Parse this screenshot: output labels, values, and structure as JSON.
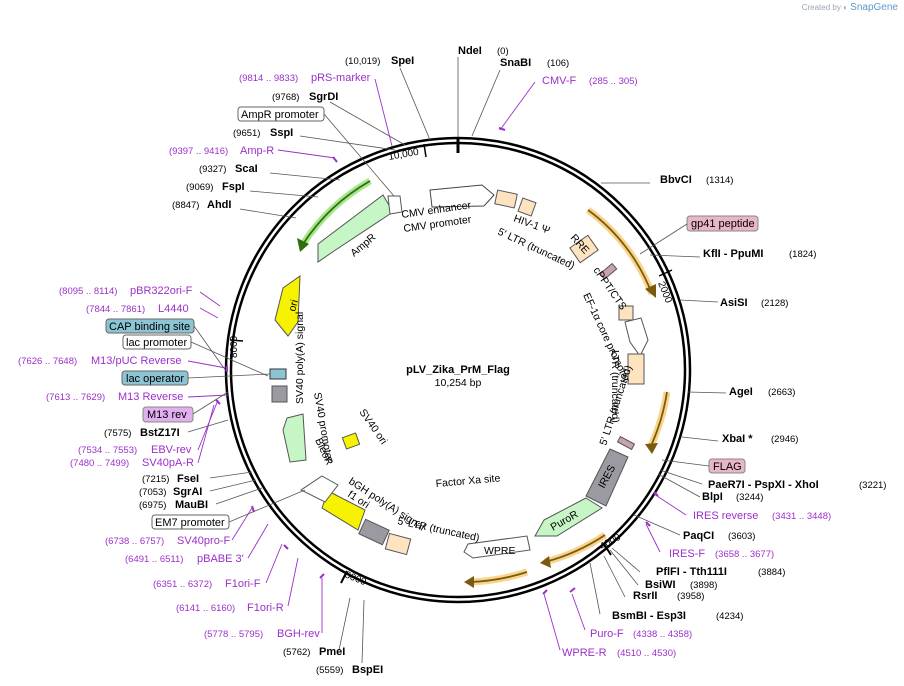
{
  "app": {
    "credit_prefix": "Created by",
    "brand": "SnapGene"
  },
  "plasmid": {
    "name": "pLV_Zika_PrM_Flag",
    "size_label": "10,254 bp",
    "length": 10254
  },
  "ticks": [
    "2000",
    "4000",
    "6000",
    "8000",
    "10,000"
  ],
  "enzymes": [
    {
      "name": "NdeI",
      "pos": "(0)"
    },
    {
      "name": "SnaBI",
      "pos": "(106)"
    },
    {
      "name": "BbvCI",
      "pos": "(1314)"
    },
    {
      "name": "KflI - PpuMI",
      "pos": "(1824)"
    },
    {
      "name": "AsiSI",
      "pos": "(2128)"
    },
    {
      "name": "AgeI",
      "pos": "(2663)"
    },
    {
      "name": "XbaI *",
      "pos": "(2946)"
    },
    {
      "name": "PaeR7I - PspXI - XhoI",
      "pos": "(3221)"
    },
    {
      "name": "BlpI",
      "pos": "(3244)"
    },
    {
      "name": "PaqCI",
      "pos": "(3603)"
    },
    {
      "name": "PflFI - Tth111I",
      "pos": "(3884)"
    },
    {
      "name": "BsiWI",
      "pos": "(3898)"
    },
    {
      "name": "RsrII",
      "pos": "(3958)"
    },
    {
      "name": "BsmBI - Esp3I",
      "pos": "(4234)"
    },
    {
      "name": "BspEI",
      "pos": "(5559)"
    },
    {
      "name": "PmeI",
      "pos": "(5762)"
    },
    {
      "name": "MauBI",
      "pos": "(6975)"
    },
    {
      "name": "SgrAI",
      "pos": "(7053)"
    },
    {
      "name": "FseI",
      "pos": "(7215)"
    },
    {
      "name": "BstZ17I",
      "pos": "(7575)"
    },
    {
      "name": "AhdI",
      "pos": "(8847)"
    },
    {
      "name": "FspI",
      "pos": "(9069)"
    },
    {
      "name": "ScaI",
      "pos": "(9327)"
    },
    {
      "name": "SspI",
      "pos": "(9651)"
    },
    {
      "name": "SgrDI",
      "pos": "(9768)"
    },
    {
      "name": "SpeI",
      "pos": "(10,019)"
    }
  ],
  "primers": [
    {
      "name": "CMV-F",
      "range": "(285 .. 305)"
    },
    {
      "name": "IRES reverse",
      "range": "(3431 .. 3448)"
    },
    {
      "name": "IRES-F",
      "range": "(3658 .. 3677)"
    },
    {
      "name": "Puro-F",
      "range": "(4338 .. 4358)"
    },
    {
      "name": "WPRE-R",
      "range": "(4510 .. 4530)"
    },
    {
      "name": "BGH-rev",
      "range": "(5778 .. 5795)"
    },
    {
      "name": "F1ori-R",
      "range": "(6141 .. 6160)"
    },
    {
      "name": "F1ori-F",
      "range": "(6351 .. 6372)"
    },
    {
      "name": "pBABE 3'",
      "range": "(6491 .. 6511)"
    },
    {
      "name": "SV40pro-F",
      "range": "(6738 .. 6757)"
    },
    {
      "name": "SV40pA-R",
      "range": "(7480 .. 7499)"
    },
    {
      "name": "EBV-rev",
      "range": "(7534 .. 7553)"
    },
    {
      "name": "M13 Reverse",
      "range": "(7613 .. 7629)"
    },
    {
      "name": "M13/pUC Reverse",
      "range": "(7626 .. 7648)"
    },
    {
      "name": "L4440",
      "range": "(7844 .. 7861)"
    },
    {
      "name": "pBR322ori-F",
      "range": "(8095 .. 8114)"
    },
    {
      "name": "Amp-R",
      "range": "(9397 .. 9416)"
    },
    {
      "name": "pRS-marker",
      "range": "(9814 .. 9833)"
    }
  ],
  "boxed_labels": [
    {
      "name": "gp41 peptide",
      "style": "pink"
    },
    {
      "name": "FLAG",
      "style": "pink"
    },
    {
      "name": "M13 rev",
      "style": "violet"
    },
    {
      "name": "CAP binding site",
      "style": "teal"
    },
    {
      "name": "lac operator",
      "style": "teal"
    },
    {
      "name": "lac promoter",
      "style": "white"
    },
    {
      "name": "AmpR promoter",
      "style": "white"
    },
    {
      "name": "EM7 promoter",
      "style": "white"
    }
  ],
  "inner_features": {
    "cmv_enhancer": "CMV enhancer",
    "cmv_promoter": "CMV promoter",
    "hiv_psi": "HIV-1 Ψ",
    "ltr_5_trunc": "5′ LTR (truncated)",
    "rre": "RRE",
    "cppt": "cPPT/CTS",
    "ef1a": "EF-1α core promoter",
    "ltr_3_trunc": "LTR (truncated)",
    "ltr_5_b": "5′ LTR (truncated)",
    "ires": "IRES",
    "puror": "PuroR",
    "wpre": "WPRE",
    "factor_xa": "Factor Xa site",
    "ltr_5_c": "5′ LTR (truncated)",
    "bgh": "bGH poly(A) signal",
    "f1ori": "f1 ori",
    "bleor": "BleoR",
    "sv40_promoter": "SV40 promoter",
    "sv40_ori": "SV40 ori",
    "sv40_polya": "SV40 poly(A) signal",
    "ori": "ori",
    "ampr": "AmpR"
  },
  "colors": {
    "ampr_fill": "#c6f5c6",
    "ori_fill": "#f6f200",
    "ltr_fill": "#fde3c0",
    "ires_fill": "#9a9aa0",
    "orf_orange": "#f0b44a",
    "primer": "#9b30c9",
    "pink_box": "#e8b6c6",
    "violet_box": "#e2b0f0",
    "teal_box": "#8cc4d4"
  }
}
